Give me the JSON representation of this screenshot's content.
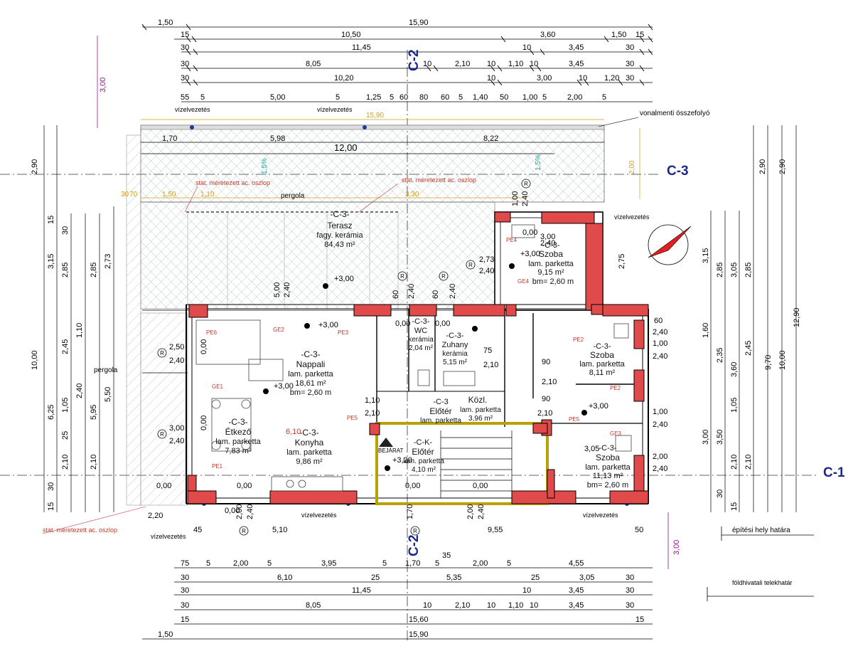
{
  "sections": {
    "c2_top": "C-2",
    "c2_bottom": "C-2",
    "c3": "C-3",
    "c1": "C-1"
  },
  "top_dims": {
    "row1": [
      "1,50",
      "15,90"
    ],
    "row2": [
      "15",
      "10,50",
      "3,60",
      "1,50",
      "15"
    ],
    "row3": [
      "30",
      "11,45",
      "10",
      "3,45",
      "30"
    ],
    "row4": [
      "30",
      "8,05",
      "10",
      "2,10",
      "10",
      "1,10",
      "10",
      "3,45",
      "30"
    ],
    "row5": [
      "30",
      "10,20",
      "10",
      "3,00",
      "10",
      "1,20",
      "30"
    ],
    "row6": [
      "55",
      "5",
      "5,00",
      "5",
      "1,25",
      "5",
      "60",
      "80",
      "60",
      "5",
      "1,40",
      "50",
      "1,00",
      "5",
      "2,00",
      "5"
    ]
  },
  "bottom_dims": {
    "row1": [
      "75",
      "5",
      "2,00",
      "5",
      "3,95",
      "5",
      "1,70",
      "5",
      "2,00",
      "5",
      "4,55"
    ],
    "row1b": "35",
    "row2": [
      "30",
      "6,10",
      "25",
      "5,35",
      "25",
      "3,05",
      "30"
    ],
    "row3": [
      "30",
      "11,45",
      "10",
      "3,45",
      "30"
    ],
    "row4": [
      "30",
      "8,05",
      "10",
      "2,10",
      "10",
      "1,10",
      "10",
      "3,45",
      "30"
    ],
    "row5": [
      "15",
      "15,60",
      "15"
    ],
    "row6": [
      "1,50",
      "15,90"
    ]
  },
  "left_dims": [
    "2,90",
    "15",
    "3,15",
    "30",
    "2,85",
    "2,85",
    "2,73",
    "10,00",
    "6,25",
    "2,45",
    "1,05",
    "2,40",
    "1,10",
    "5,95",
    "5,50",
    "2,10",
    "2,10",
    "25",
    "30",
    "15"
  ],
  "right_dims": [
    "2,90",
    "2,90",
    "12,90",
    "10,00",
    "9,70",
    "3,15",
    "2,85",
    "3,05",
    "2,85",
    "1,60",
    "2,35",
    "3,60",
    "2,45",
    "1,05",
    "3,50",
    "3,00",
    "2,10",
    "2,10",
    "30",
    "15"
  ],
  "terrace_dims": {
    "a": "1,70",
    "b": "5,98",
    "c": "8,22",
    "d": "12,00",
    "e": "15,90",
    "f": "1,50",
    "g": "1,10",
    "h": "3,30",
    "i": "30",
    "j": "70"
  },
  "rooms": [
    {
      "id": "-C-3-",
      "name": "Terasz",
      "finish": "fagy. kerámia",
      "area": "84,43 m²",
      "height": ""
    },
    {
      "id": "-C-3-",
      "name": "Nappali",
      "finish": "lam. parketta",
      "area": "18,61 m²",
      "height": "bm= 2,60 m"
    },
    {
      "id": "-C-3-",
      "name": "Étkező",
      "finish": "lam. parketta",
      "area": "7,83 m²",
      "height": ""
    },
    {
      "id": "-C-3-",
      "name": "Konyha",
      "finish": "lam. parketta",
      "area": "9,86 m²",
      "height": ""
    },
    {
      "id": "-C-3-",
      "name": "WC",
      "finish": "kerámia",
      "area": "2,04 m²",
      "height": ""
    },
    {
      "id": "-C-3-",
      "name": "Zuhany",
      "finish": "kerámia",
      "area": "5,15 m²",
      "height": ""
    },
    {
      "id": "-C-3",
      "name": "Előtér",
      "finish": "lam. parketta",
      "area": "3,96 m²",
      "height": ""
    },
    {
      "id": "Közl.",
      "name": "",
      "finish": "",
      "area": "",
      "height": ""
    },
    {
      "id": "-C-K-",
      "name": "Előtér",
      "finish": "lam. parketta",
      "area": "4,10 m²",
      "height": ""
    },
    {
      "id": "-C-3-",
      "name": "Szoba",
      "finish": "lam. parketta",
      "area": "9,15 m²",
      "height": "bm= 2,60 m"
    },
    {
      "id": "-C-3-",
      "name": "Szoba",
      "finish": "lam. parketta",
      "area": "8,11 m²",
      "height": ""
    },
    {
      "id": "-C-3-",
      "name": "Szoba",
      "finish": "lam. parketta",
      "area": "11,13 m²",
      "height": "bm= 2,60 m"
    }
  ],
  "labels": {
    "vizelvezetes": "vízelvezetés",
    "vonalmenti": "vonalmenti összefolyó",
    "stat_oszlop": "stat. méretezett ac. oszlop",
    "pergola": "pergola",
    "epitesi_hely": "építési hely határa",
    "foldhivatali": "földhivatali telekhatár",
    "bejarat": "BEJÁRAT",
    "slope": "1,5%",
    "level_plus": "+3,00",
    "level_zero": "0,00",
    "level_ent": "+3,20",
    "r_mark": "R",
    "pe_tags": [
      "PE6",
      "PE3",
      "PE5",
      "PE1",
      "GE1",
      "GE2",
      "PE4",
      "GE4",
      "PE2",
      "PE2",
      "PE5",
      "GE3"
    ]
  },
  "misc_dims": {
    "ceiling1": "2,40",
    "ceiling2": "2,73",
    "h300": "3,00",
    "h500": "5,00",
    "h250": "2,50",
    "w220": "2,20",
    "w45": "45",
    "w510": "5,10",
    "w955": "9,55",
    "w50": "50",
    "w200": "2,00",
    "w170": "1,70",
    "h60": "60",
    "h100": "1,00",
    "h240": "2,40",
    "h90": "90",
    "h210": "2,10",
    "h75": "75",
    "h110": "1,10",
    "h305": "3,05",
    "h275": "2,75",
    "h610": "6,10"
  }
}
